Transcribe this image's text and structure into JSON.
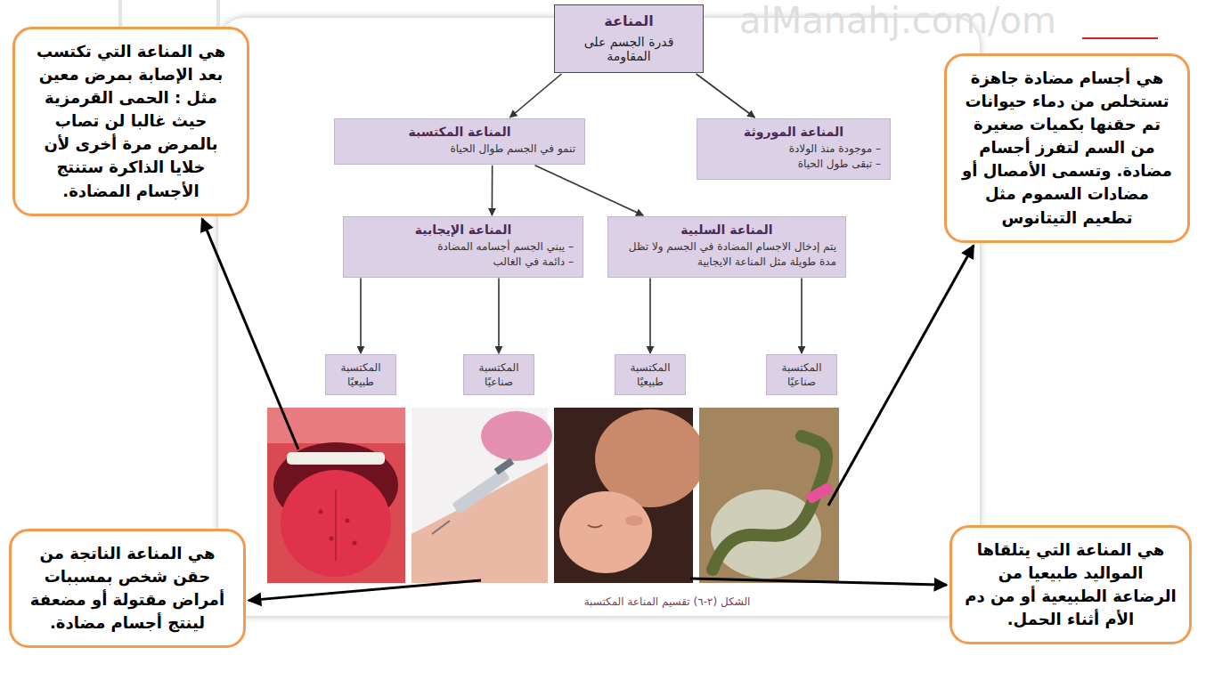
{
  "diagram": {
    "caption": "الشكل (٢-٦) تقسيم المناعة المكتسبة",
    "nodes": [
      {
        "text": [
          "المناعة",
          "قدرة الجسم على المقاومة"
        ]
      },
      {
        "text": [
          "المناعة الموروثة",
          "– موجودة منذ الولادة",
          "– تبقى طول الحياة"
        ]
      },
      {
        "text": [
          "المناعة المكتسبة",
          "تنمو في الجسم طوال الحياة"
        ]
      },
      {
        "text": [
          "المناعة السلبية",
          "يتم إدخال الاجسام المضادة في الجسم ولا تظل مدة طويلة مثل المناعة الايجابية"
        ]
      },
      {
        "text": [
          "المناعة الإيجابية",
          "– يبني الجسم أجسامه المضادة",
          "– دائمة في الغالب"
        ]
      },
      {
        "text": [
          "المكتسبة صناعيًا"
        ]
      },
      {
        "text": [
          "المكتسبة طبيعيًا"
        ]
      },
      {
        "text": [
          "المكتسبة صناعيًا"
        ]
      },
      {
        "text": [
          "المكتسبة طبيعيًا"
        ]
      },
      {
        "text": [
          "هي أجسام مضادة جاهزة تستخلص من دماء حيوانات تم حقنها بكميات صغيرة من السم لتفرز أجسام مضادة. وتسمى الأمصال أو مضادات السموم مثل تطعيم التيتانوس"
        ]
      },
      {
        "text": [
          "هي المناعة التي تكتسب بعد الإصابة بمرض معين مثل : الحمى القرمزية حيث غالبا لن تصاب بالمرض مرة أخرى لأن خلايا الذاكرة ستنتج الأجسام المضادة."
        ]
      },
      {
        "text": [
          "هي المناعة الناتجة من حقن شخص بمسببات أمراض مقتولة أو مضعفة لينتج أجسام مضادة."
        ]
      },
      {
        "text": [
          "هي المناعة التي يتلقاها المواليد طبيعيا من الرضاعة الطبيعية أو من دم الأم أثناء الحمل."
        ]
      }
    ],
    "edges": [
      {
        "from": 0,
        "to": 1,
        "arrow": "to"
      },
      {
        "from": 0,
        "to": 2,
        "arrow": "to"
      },
      {
        "from": 2,
        "to": 3,
        "arrow": "to"
      },
      {
        "from": 2,
        "to": 4,
        "arrow": "to"
      },
      {
        "from": 3,
        "to": 5,
        "arrow": "to"
      },
      {
        "from": 3,
        "to": 6,
        "arrow": "to"
      },
      {
        "from": 4,
        "to": 7,
        "arrow": "to"
      },
      {
        "from": 4,
        "to": 8,
        "arrow": "to"
      }
    ],
    "labels": [
      "alManahj.com/om"
    ]
  }
}
